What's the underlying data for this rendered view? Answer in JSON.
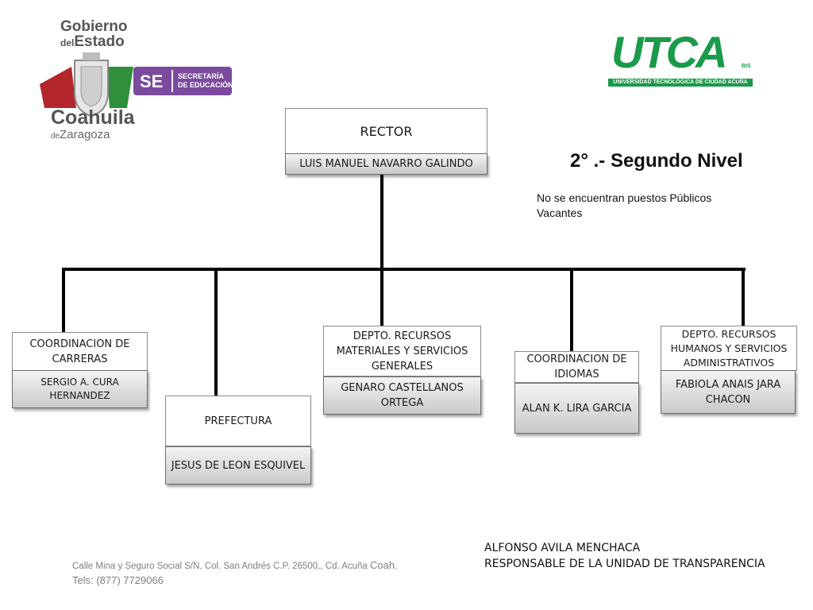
{
  "gov_logo": {
    "gobierno": "Gobierno",
    "del": "del",
    "estado": "Estado",
    "coahuila": "Coahuila",
    "de": "de",
    "zaragoza": "Zaragoza",
    "se": "SE",
    "secretaria": "SECRETARÍA",
    "educacion": "DE EDUCACIÓN"
  },
  "utca_logo": {
    "brand": "UTCA",
    "bis": "BIS",
    "subtitle": "UNIVERSIDAD TECNOLÓGICA DE CIUDAD ACUÑA"
  },
  "colors": {
    "utca_green": "#1a9a4a",
    "gov_red": "#b3272c",
    "gov_green": "#2f8f3a",
    "se_purple": "#7b4a9e"
  },
  "level_title": "2° .- Segundo Nivel",
  "vacancy_note": "No se encuentran puestos Públicos Vacantes",
  "rector": {
    "title": "RECTOR",
    "name": "LUIS MANUEL NAVARRO GALINDO"
  },
  "units": [
    {
      "title": "COORDINACION DE CARRERAS",
      "name": "SERGIO A. CURA HERNANDEZ"
    },
    {
      "title": "PREFECTURA",
      "name": "JESUS DE LEON ESQUIVEL"
    },
    {
      "title": "DEPTO. RECURSOS MATERIALES Y SERVICIOS GENERALES",
      "name": "GENARO CASTELLANOS ORTEGA"
    },
    {
      "title": "COORDINACION DE IDIOMAS",
      "name": "ALAN K. LIRA GARCIA"
    },
    {
      "title": "DEPTO. RECURSOS HUMANOS Y SERVICIOS ADMINISTRATIVOS",
      "name": "FABIOLA ANAIS JARA CHACON"
    }
  ],
  "footer": {
    "address_main": "Calle  Mina y  Seguro Social S/N, Col. San Andrés C.P. 26500,, Cd. Acuña ",
    "address_end": "Coah.",
    "phone": "Tels: (877) 7729066"
  },
  "signature": {
    "name": "ALFONSO AVILA MENCHACA",
    "role": "RESPONSABLE DE LA UNIDAD DE TRANSPARENCIA"
  }
}
